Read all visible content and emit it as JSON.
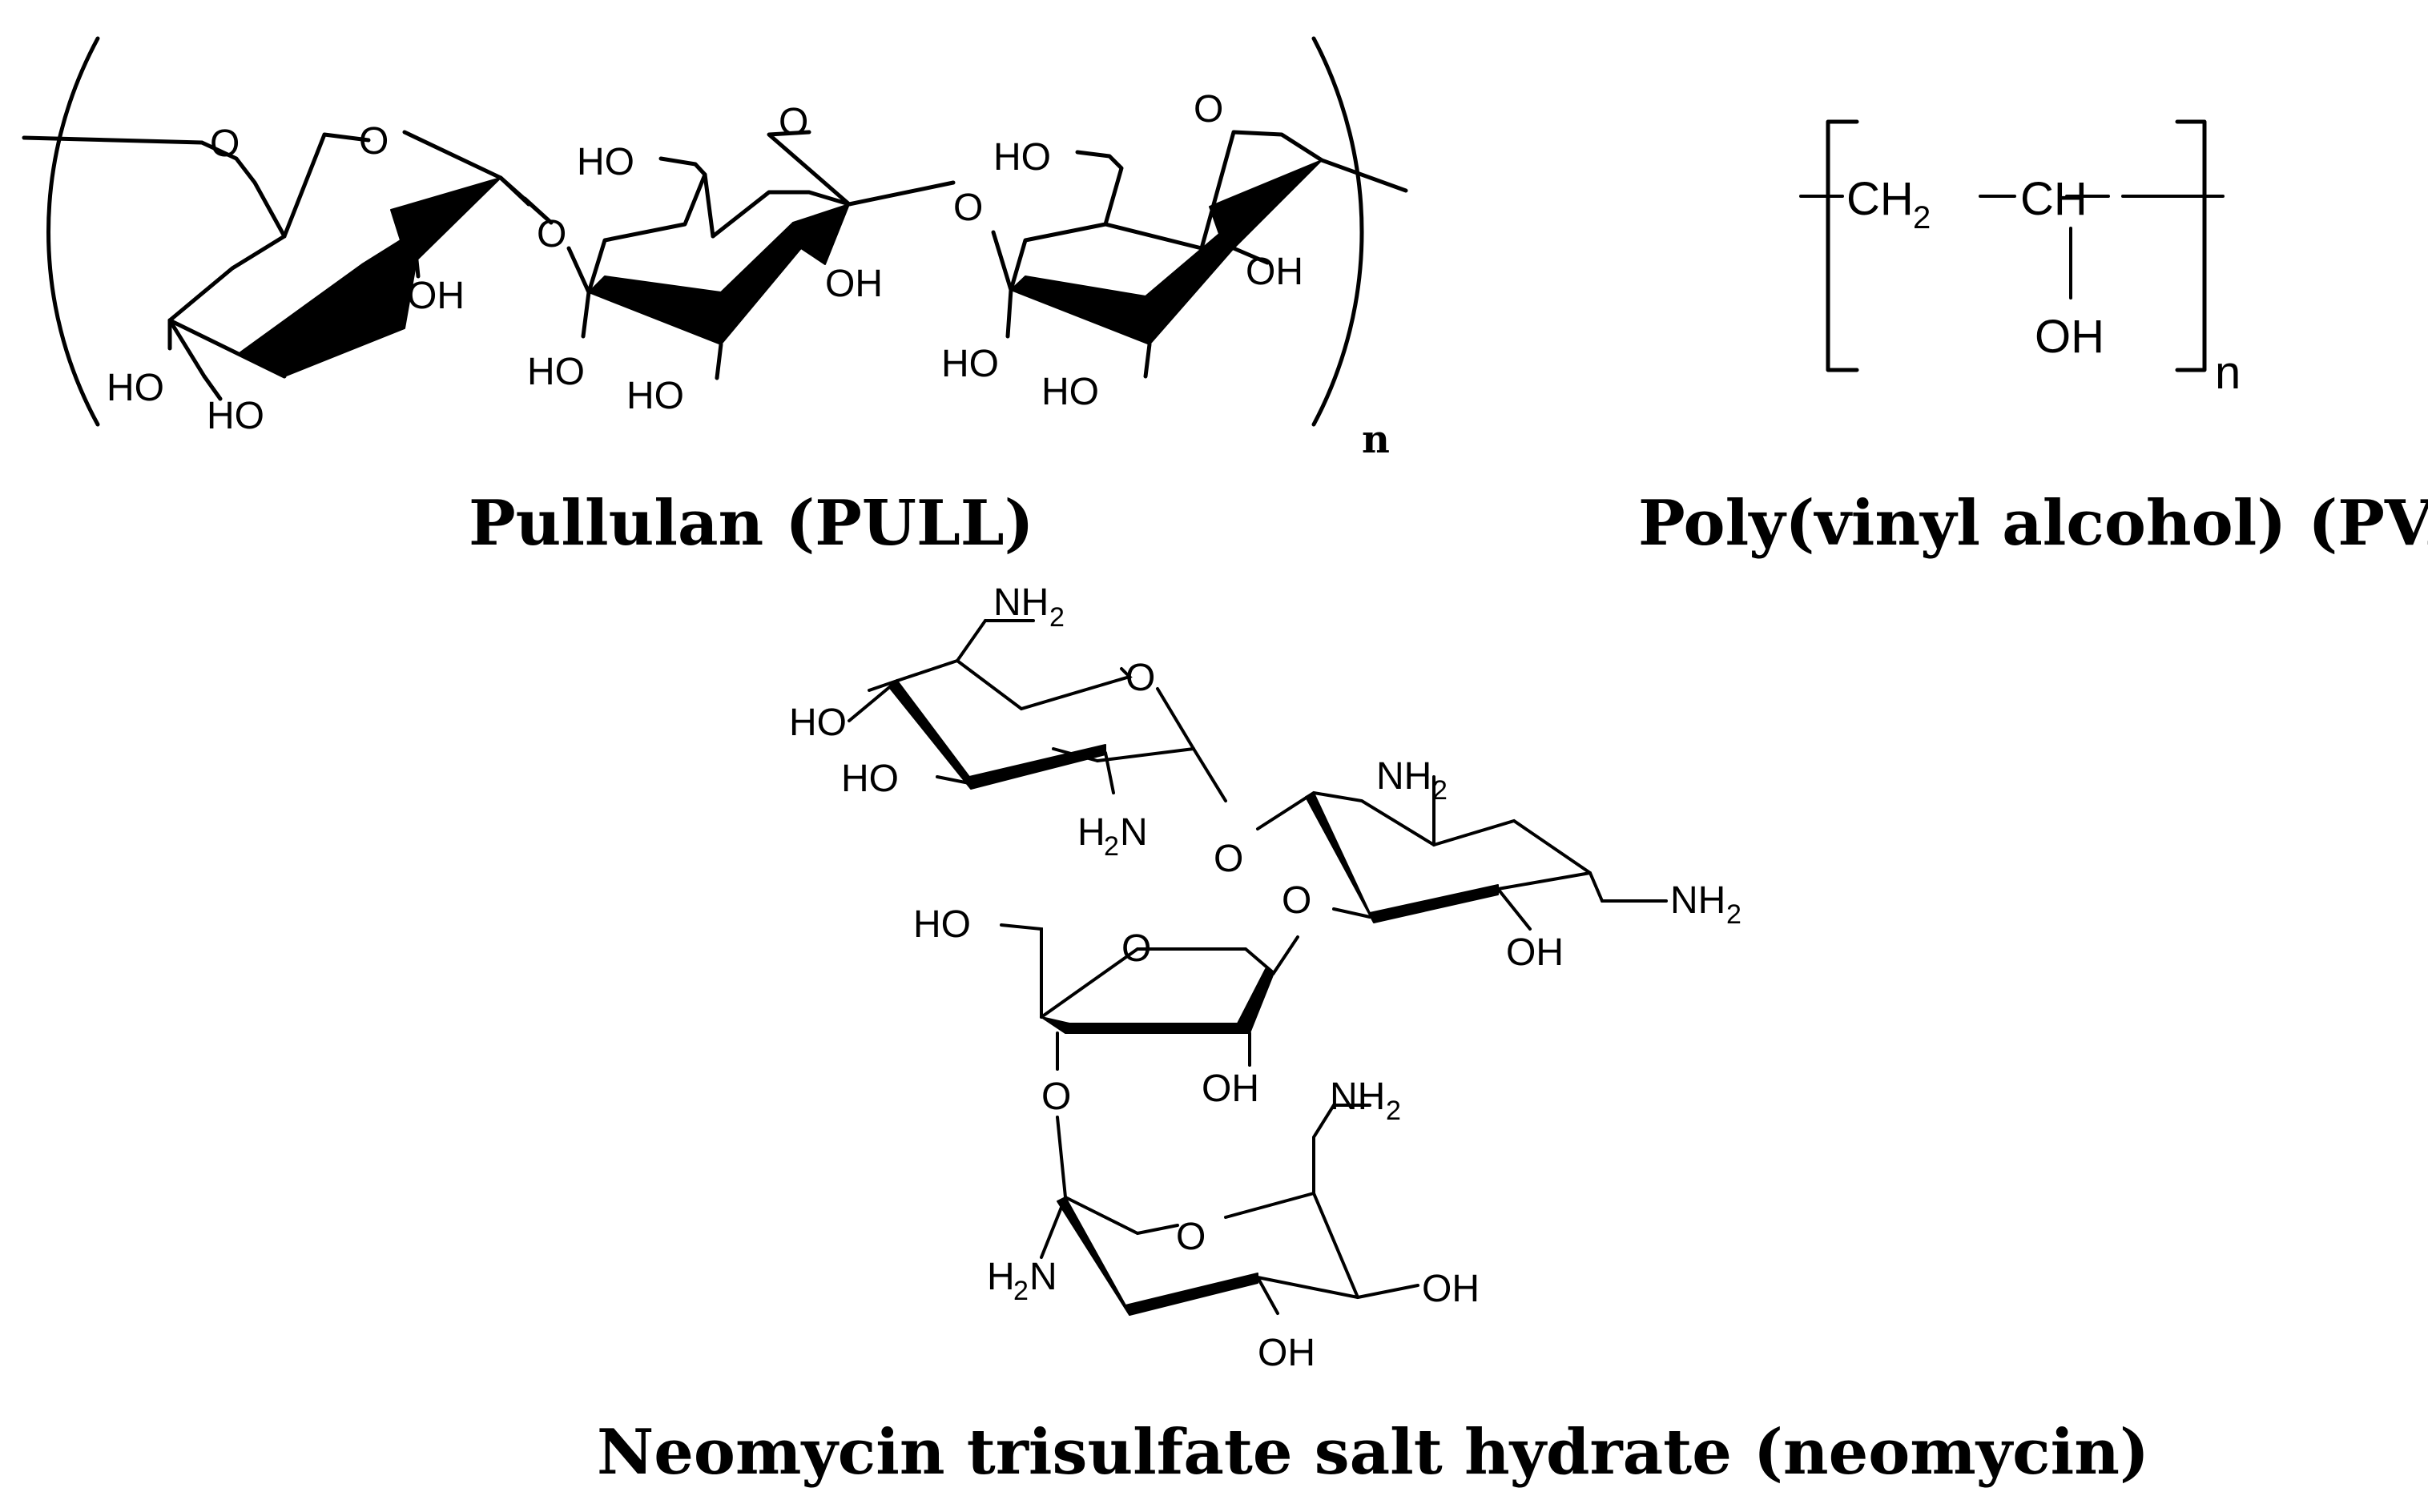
{
  "captions": {
    "pullulan": "Pullulan (PULL)",
    "pva": "Poly(vinyl alcohol) (PVA)",
    "neomycin": "Neomycin trisulfate salt hydrate (neomycin)"
  },
  "pullulan": {
    "repeat": "n",
    "atoms": {
      "o_link_left": "O",
      "o_ring1": "O",
      "o_glyc1": "O",
      "o_ring2": "O",
      "o_glyc2": "O",
      "o_ring3": "O",
      "ho_c6_2": "HO",
      "ho_c6_3": "HO",
      "oh_r1": "OH",
      "ho_r1_a": "HO",
      "ho_r1_b": "HO",
      "ho_r2_a": "HO",
      "ho_r2_b": "HO",
      "oh_r2": "OH",
      "ho_r3_a": "HO",
      "ho_r3_b": "HO",
      "oh_r3": "OH"
    }
  },
  "pva": {
    "ch2": "CH",
    "ch2_sub": "2",
    "ch": "CH",
    "oh": "OH",
    "repeat": "n"
  },
  "neomycin": {
    "atoms": {
      "nh2_top": "NH",
      "o_ringA": "O",
      "ho_a1": "HO",
      "ho_a2": "HO",
      "h2n_a": "H",
      "o_link_ab": "O",
      "nh2_b1": "NH",
      "nh2_b2": "NH",
      "o_link_bc": "O",
      "oh_b": "OH",
      "ho_c": "HO",
      "o_ringC": "O",
      "oh_c": "OH",
      "o_link_cd": "O",
      "nh2_d": "NH",
      "o_ringD": "O",
      "h2n_d": "H",
      "oh_d1": "OH",
      "oh_d2": "OH"
    },
    "sub2": "2",
    "n_after_h": "N"
  }
}
